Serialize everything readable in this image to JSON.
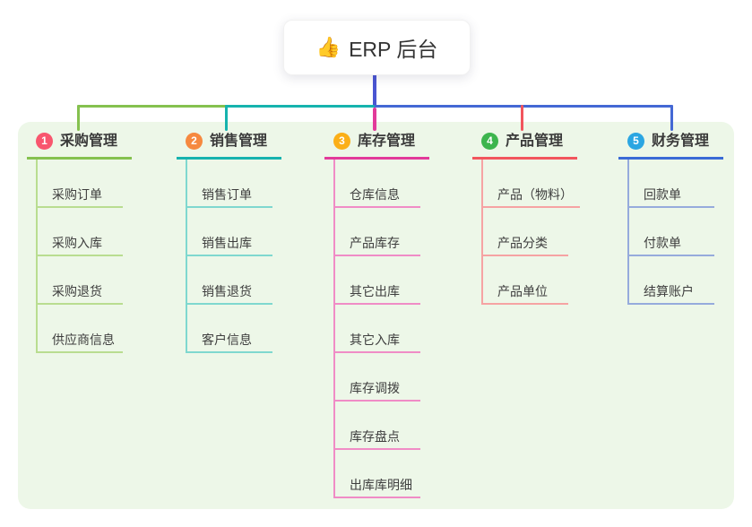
{
  "root": {
    "emoji": "👍",
    "label": "ERP 后台"
  },
  "branches": [
    {
      "badge": "1",
      "label": "采购管理",
      "badge_color": "#f8566e",
      "line_color": "#85c14f",
      "child_line_color": "#b9dd90",
      "children": [
        "采购订单",
        "采购入库",
        "采购退货",
        "供应商信息"
      ]
    },
    {
      "badge": "2",
      "label": "销售管理",
      "badge_color": "#f6893f",
      "line_color": "#16b3ae",
      "child_line_color": "#7fd8cf",
      "children": [
        "销售订单",
        "销售出库",
        "销售退货",
        "客户信息"
      ]
    },
    {
      "badge": "3",
      "label": "库存管理",
      "badge_color": "#fbaf17",
      "line_color": "#e23a9a",
      "child_line_color": "#f08cc6",
      "children": [
        "仓库信息",
        "产品库存",
        "其它出库",
        "其它入库",
        "库存调拨",
        "库存盘点",
        "出库库明细"
      ]
    },
    {
      "badge": "4",
      "label": "产品管理",
      "badge_color": "#3db54e",
      "line_color": "#f2555d",
      "child_line_color": "#f6a3a3",
      "children": [
        "产品（物料）",
        "产品分类",
        "产品单位"
      ]
    },
    {
      "badge": "5",
      "label": "财务管理",
      "badge_color": "#2ba6e2",
      "line_color": "#3a6ad6",
      "child_line_color": "#96abdc",
      "children": [
        "回款单",
        "付款单",
        "结算账户"
      ]
    }
  ],
  "colors": {
    "panel_bg": "#edf7e8",
    "stem": "#4a55d2",
    "connector_green": "#85c14f",
    "connector_teal": "#16b3ae",
    "connector_blue": "#4468d4",
    "connector_magenta": "#e23a9a",
    "connector_red": "#f2555d"
  }
}
